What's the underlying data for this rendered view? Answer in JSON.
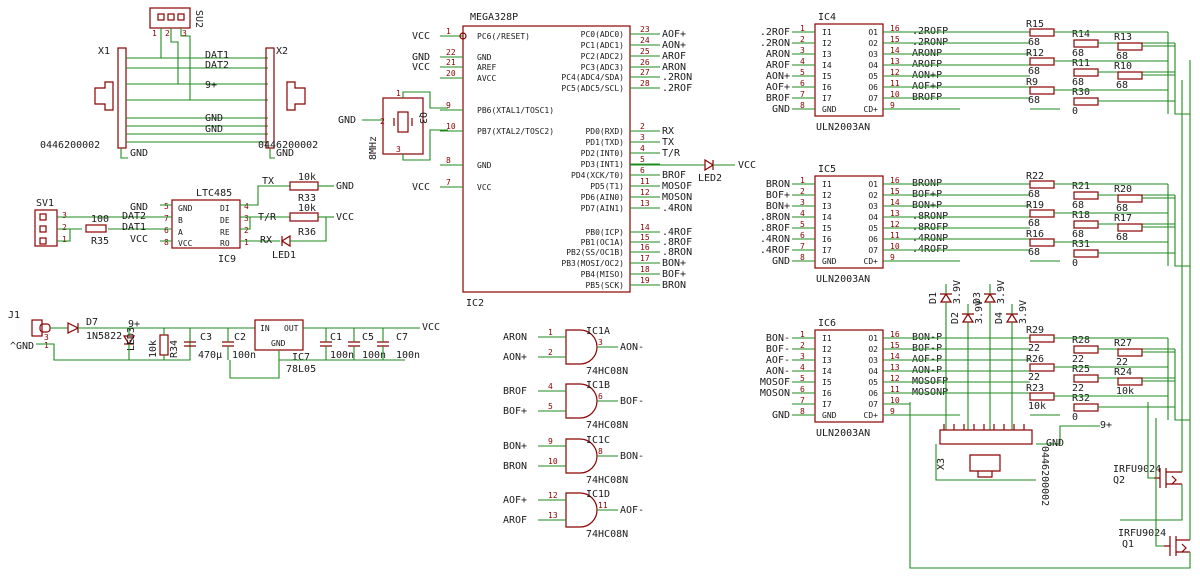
{
  "schematic": {
    "mega": {
      "name": "MEGA328P",
      "ref": "IC2",
      "left": [
        [
          "PC6(/RESET)",
          "1",
          "VCC"
        ],
        [
          "GND",
          "22",
          "GND"
        ],
        [
          "AREF",
          "21",
          "VCC"
        ],
        [
          "AVCC",
          "20",
          ""
        ],
        [
          "PB6(XTAL1/TOSC1)",
          "9",
          ""
        ],
        [
          "PB7(XTAL2/TOSC2)",
          "10",
          ""
        ],
        [
          "GND",
          "8",
          ""
        ],
        [
          "VCC",
          "7",
          "VCC"
        ]
      ],
      "right": [
        [
          "PC0(ADC0)",
          "23",
          "AOF+"
        ],
        [
          "PC1(ADC1)",
          "24",
          "AON+"
        ],
        [
          "PC2(ADC2)",
          "25",
          "AROF"
        ],
        [
          "PC3(ADC3)",
          "26",
          "ARON"
        ],
        [
          "PC4(ADC4/SDA)",
          "27",
          ".2RON"
        ],
        [
          "PC5(ADC5/SCL)",
          "28",
          ".2ROF"
        ],
        [
          "PD0(RXD)",
          "2",
          "RX"
        ],
        [
          "PD1(TXD)",
          "3",
          "TX"
        ],
        [
          "PD2(INT0)",
          "4",
          "T/R"
        ],
        [
          "PD3(INT1)",
          "5",
          ""
        ],
        [
          "PD4(XCK/T0)",
          "6",
          "BROF"
        ],
        [
          "PD5(T1)",
          "11",
          "MOSOF"
        ],
        [
          "PD6(AIN0)",
          "12",
          "MOSON"
        ],
        [
          "PD7(AIN1)",
          "13",
          ".4RON"
        ],
        [
          "PB0(ICP)",
          "14",
          ".4ROF"
        ],
        [
          "PB1(OC1A)",
          "15",
          ".8ROF"
        ],
        [
          "PB2(SS/OC1B)",
          "16",
          ".8RON"
        ],
        [
          "PB3(MOSI/OC2)",
          "17",
          "BON+"
        ],
        [
          "PB4(MISO)",
          "18",
          "BOF+"
        ],
        [
          "PB5(SCK)",
          "19",
          "BRON"
        ]
      ]
    },
    "uln": [
      {
        "name": "IC4",
        "part": "ULN2003AN",
        "inputs": [
          ".2ROF",
          ".2RON",
          "ARON",
          "AROF",
          "AON+",
          "AOF+",
          "BROF",
          "GND"
        ],
        "outputs": [
          ".2ROFP",
          ".2RONP",
          "ARONP",
          "AROFP",
          "AON+P",
          "AOF+P",
          "BROFP",
          ""
        ],
        "rin": [
          [
            "R15",
            "68"
          ],
          [
            "R12",
            "68"
          ],
          [
            "R9",
            "68"
          ]
        ],
        "rmid": [
          [
            "R14",
            "68"
          ],
          [
            "R11",
            "68"
          ],
          [
            "R30",
            "0"
          ]
        ],
        "rout": [
          [
            "R13",
            "68"
          ],
          [
            "R10",
            "68"
          ]
        ]
      },
      {
        "name": "IC5",
        "part": "ULN2003AN",
        "inputs": [
          "BRON",
          "BOF+",
          "BON+",
          ".8RON",
          ".8ROF",
          ".4RON",
          ".4ROF",
          "GND"
        ],
        "outputs": [
          "BRONP",
          "BOF+P",
          "BON+P",
          ".8RONP",
          ".8ROFP",
          ".4RONP",
          ".4ROFP",
          ""
        ],
        "rin": [
          [
            "R22",
            "68"
          ],
          [
            "R19",
            "68"
          ],
          [
            "R16",
            "68"
          ]
        ],
        "rmid": [
          [
            "R21",
            "68"
          ],
          [
            "R18",
            "68"
          ],
          [
            "R31",
            "0"
          ]
        ],
        "rout": [
          [
            "R20",
            "68"
          ],
          [
            "R17",
            "68"
          ]
        ]
      },
      {
        "name": "IC6",
        "part": "ULN2003AN",
        "inputs": [
          "BON-",
          "BOF-",
          "AOF-",
          "AON-",
          "MOSOF",
          "MOSON",
          "",
          "GND"
        ],
        "outputs": [
          "BON-P",
          "BOF-P",
          "AOF-P",
          "AON-P",
          "MOSOFP",
          "MOSONP",
          "",
          ""
        ],
        "rin": [
          [
            "R29",
            "22"
          ],
          [
            "R26",
            "22"
          ],
          [
            "R23",
            "10k"
          ]
        ],
        "rmid": [
          [
            "R28",
            "22"
          ],
          [
            "R25",
            "22"
          ],
          [
            "R32",
            "0"
          ]
        ],
        "rout": [
          [
            "R27",
            "22"
          ],
          [
            "R24",
            "10k"
          ]
        ]
      }
    ],
    "ic_pins": [
      "I1",
      "I2",
      "I3",
      "I4",
      "I5",
      "I6",
      "I7",
      "GND",
      "O1",
      "O2",
      "O3",
      "O4",
      "O5",
      "O6",
      "O7",
      "CD+"
    ],
    "gates": [
      {
        "ref": "IC1A",
        "a": "ARON",
        "b": "AON+",
        "pa": "1",
        "pb": "2",
        "po": "3",
        "out": "AON-",
        "part": "74HC08N"
      },
      {
        "ref": "IC1B",
        "a": "BROF",
        "b": "BOF+",
        "pa": "4",
        "pb": "5",
        "po": "6",
        "out": "BOF-",
        "part": "74HC08N"
      },
      {
        "ref": "IC1C",
        "a": "BON+",
        "b": "BRON",
        "pa": "9",
        "pb": "10",
        "po": "8",
        "out": "BON-",
        "part": "74HC08N"
      },
      {
        "ref": "IC1D",
        "a": "AOF+",
        "b": "AROF",
        "pa": "12",
        "pb": "13",
        "po": "11",
        "out": "AOF-",
        "part": "74HC08N"
      }
    ],
    "connectors": {
      "su2": "SU2",
      "x1": "X1",
      "x2": "X2",
      "x3": "X3",
      "part": "0446200002",
      "dat1": "DAT1",
      "dat2": "DAT2",
      "nine": "9+",
      "gnd": "GND",
      "sv1": "SV1",
      "j1": "J1",
      "p123": [
        "1",
        "2",
        "3"
      ],
      "agnd": "^GND"
    },
    "rs485": {
      "ref": "IC9",
      "part": "LTC485",
      "lpins": [
        "GND",
        "B",
        "A",
        "VCC"
      ],
      "rpins": [
        "DI",
        "DE",
        "RE",
        "RO"
      ],
      "lnums": [
        "5",
        "7",
        "6",
        "8"
      ],
      "rnums": [
        "4",
        "3",
        "2",
        "1"
      ]
    },
    "crystal": {
      "ref": "Q3",
      "value": "8MHz"
    },
    "power": {
      "d7": "D7",
      "d7v": "1N5822",
      "led3": "LED3",
      "r34": "R34",
      "r34v": "10k",
      "c3": "C3",
      "c3v": "470µ",
      "c2": "C2",
      "c2v": "100n",
      "ic7": "IC7",
      "ic7v": "78L05",
      "c1": "C1",
      "c5": "C5",
      "c7": "C7",
      "cv": "100n",
      "in": "IN",
      "out": "OUT",
      "gnd": "GND",
      "vcc": "VCC",
      "nine": "9+"
    },
    "misc": {
      "r33": "R33",
      "r33v": "10k",
      "r36": "R36",
      "r36v": "10k",
      "r35": "R35",
      "r35v": "100",
      "led1": "LED1",
      "led2": "LED2",
      "tx": "TX",
      "rx": "RX",
      "tr": "T/R",
      "vcc": "VCC",
      "gnd": "GND",
      "q1": "Q1",
      "q2": "Q2",
      "irfu": "IRFU9024",
      "nine": "9+"
    },
    "zeners": [
      {
        "ref": "D1",
        "v": "3.9V"
      },
      {
        "ref": "D2",
        "v": "3.9V"
      },
      {
        "ref": "D3",
        "v": "3.9V"
      },
      {
        "ref": "D4",
        "v": "3.9V"
      }
    ]
  },
  "colors": {
    "wire": "#1e8a1e",
    "part": "#8b0000",
    "text": "#1a1a1a",
    "background": "#ffffff"
  }
}
